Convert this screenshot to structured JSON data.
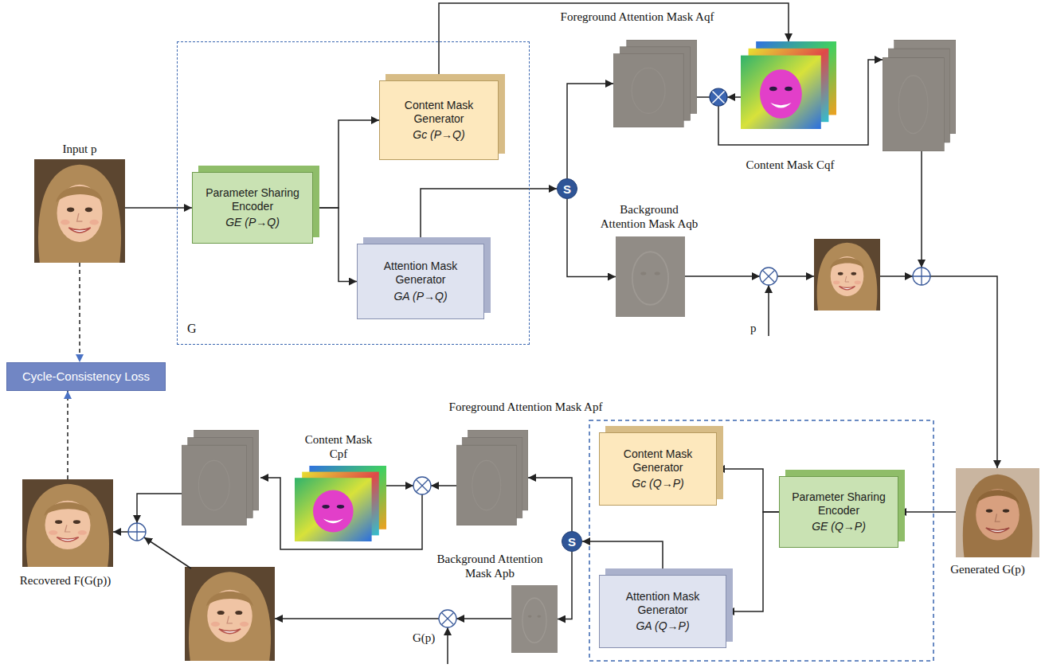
{
  "diagram": {
    "nodes": [
      {
        "text": [
          "Input p"
        ]
      },
      {
        "text": [
          "G"
        ]
      },
      {
        "text": [
          "Parameter Sharing Encoder",
          "GE (P→Q)"
        ],
        "in": 1
      },
      {
        "text": [
          "Content Mask Generator",
          "Gc (P→Q)"
        ],
        "in": 1
      },
      {
        "text": [
          "Attention Mask Generator",
          "GA (P→Q)"
        ],
        "in": 1
      },
      {
        "text": [
          "S"
        ]
      },
      {
        "text": [
          "Foreground Attention Mask Aqf"
        ]
      },
      {
        "text": [
          "Content Mask Cqf"
        ]
      },
      {
        "text": [
          "Background Attention Mask Aqb"
        ]
      },
      {
        "text": [
          "Cycle-Consistency Loss"
        ]
      },
      {
        "text": [
          "Generated G(p)"
        ]
      },
      {
        "text": [
          "Parameter Sharing Encoder",
          "GE (Q→P)"
        ]
      },
      {
        "text": [
          "Content Mask Generator",
          "Gc (Q→P)"
        ]
      },
      {
        "text": [
          "Attention Mask Generator",
          "GA (Q→P)"
        ]
      },
      {
        "text": [
          "S"
        ]
      },
      {
        "text": [
          "Content Mask Cpf"
        ]
      },
      {
        "text": [
          "Foreground Attention Mask Apf"
        ]
      },
      {
        "text": [
          "Background Attention Mask Apb"
        ]
      },
      {
        "text": [
          "Recovered F(G(p))"
        ]
      }
    ],
    "edges": [
      {
        "from": 0,
        "to": 2,
        "arrow": "to"
      },
      {
        "from": 2,
        "to": 3,
        "arrow": "to"
      },
      {
        "from": 2,
        "to": 4,
        "arrow": "to"
      },
      {
        "from": 3,
        "to": 7,
        "arrow": "to"
      },
      {
        "from": 4,
        "to": 5,
        "arrow": "to"
      },
      {
        "from": 5,
        "to": 6,
        "arrow": "to"
      },
      {
        "from": 5,
        "to": 8,
        "arrow": "to"
      },
      {
        "from": 0,
        "to": 9,
        "arrow": "to"
      },
      {
        "from": 18,
        "to": 9,
        "arrow": "to"
      },
      {
        "from": 10,
        "to": 11,
        "arrow": "to"
      },
      {
        "from": 11,
        "to": 12,
        "arrow": "to"
      },
      {
        "from": 11,
        "to": 13,
        "arrow": "to"
      },
      {
        "from": 13,
        "to": 14,
        "arrow": "to"
      },
      {
        "from": 14,
        "to": 16,
        "arrow": "to"
      },
      {
        "from": 14,
        "to": 17,
        "arrow": "to"
      }
    ],
    "labels": [
      "p",
      "G(p)"
    ]
  }
}
